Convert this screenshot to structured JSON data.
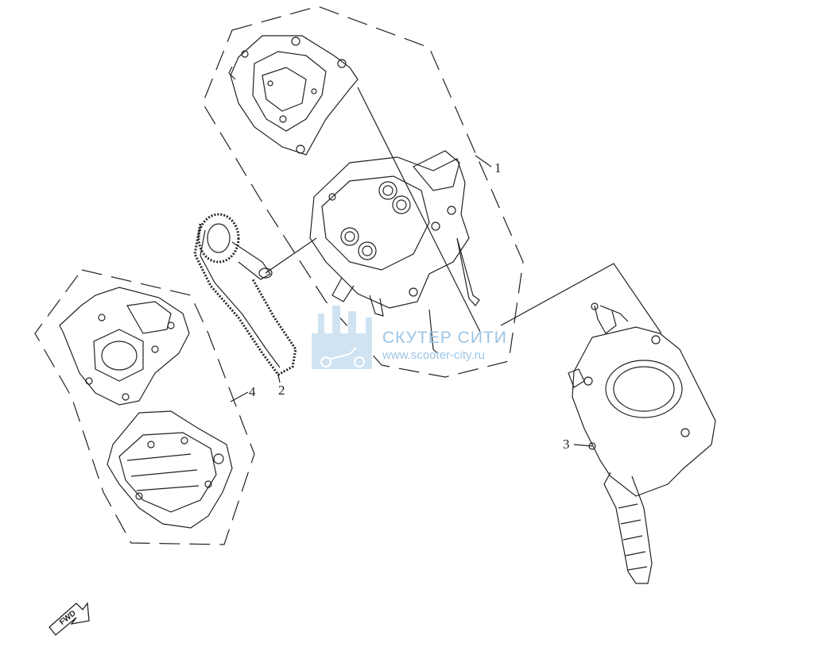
{
  "callouts": [
    {
      "id": "1",
      "label": "1"
    },
    {
      "id": "2",
      "label": "2"
    },
    {
      "id": "3",
      "label": "3"
    },
    {
      "id": "4",
      "label": "4"
    }
  ],
  "watermark": {
    "title": "СКУТЕР СИТИ",
    "url": "www.scooter-city.ru",
    "color": "#9cc4e4"
  },
  "direction_marker": {
    "label": "FWD",
    "icon": "forward-arrow-icon"
  },
  "colors": {
    "line": "#222222",
    "background": "#ffffff"
  }
}
